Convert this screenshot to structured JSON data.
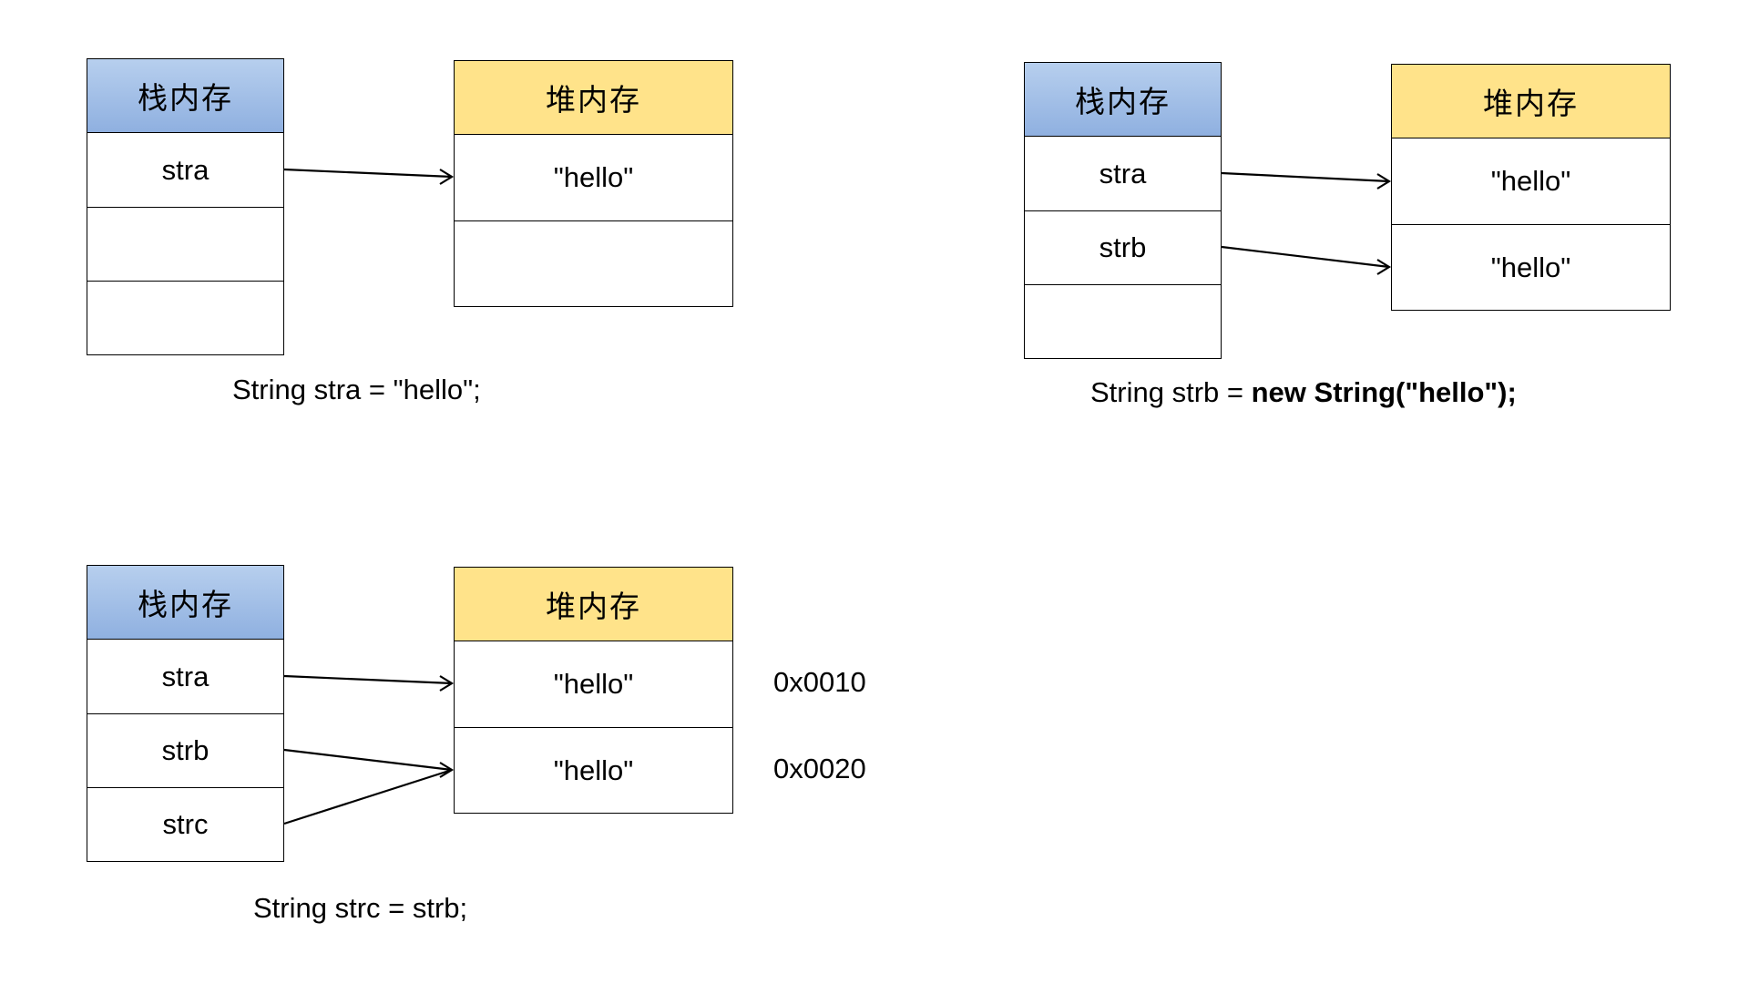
{
  "panels": [
    {
      "stack_title": "栈内存",
      "heap_title": "堆内存",
      "stack_cells": [
        "stra",
        "",
        ""
      ],
      "heap_cells": [
        "\"hello\"",
        ""
      ],
      "caption_plain": "String stra = \"hello\";",
      "caption_bold": ""
    },
    {
      "stack_title": "栈内存",
      "heap_title": "堆内存",
      "stack_cells": [
        "stra",
        "strb",
        ""
      ],
      "heap_cells": [
        "\"hello\"",
        "\"hello\""
      ],
      "caption_plain": "String strb = ",
      "caption_bold": "new String(\"hello\");"
    },
    {
      "stack_title": "栈内存",
      "heap_title": "堆内存",
      "stack_cells": [
        "stra",
        "strb",
        "strc"
      ],
      "heap_cells": [
        "\"hello\"",
        "\"hello\""
      ],
      "addresses": [
        "0x0010",
        "0x0020"
      ],
      "caption_plain": "String strc = strb;",
      "caption_bold": ""
    }
  ],
  "colors": {
    "stack_header": "#9dbbe6",
    "heap_header": "#ffe38a"
  }
}
